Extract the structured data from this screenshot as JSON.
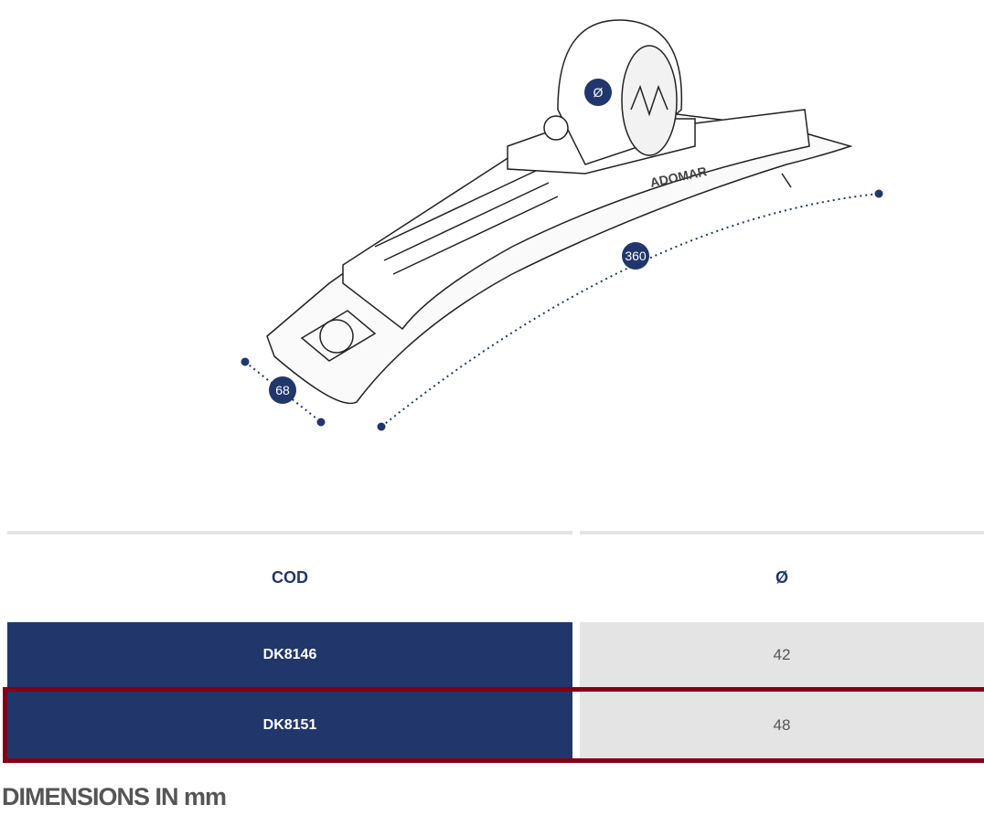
{
  "drawing": {
    "brand_logo": "ADOMAR",
    "dimensions": {
      "diameter_symbol": "Ø",
      "length": "360",
      "width": "68"
    }
  },
  "table": {
    "headers": [
      "COD",
      "Ø"
    ],
    "rows": [
      {
        "cod": "DK8146",
        "diameter": "42"
      },
      {
        "cod": "DK8151",
        "diameter": "48",
        "highlighted": true
      }
    ]
  },
  "footer": {
    "title": "DIMENSIONS IN mm"
  },
  "colors": {
    "navy": "#21366b",
    "highlight": "#840016",
    "cell_gray": "#e4e4e4"
  }
}
